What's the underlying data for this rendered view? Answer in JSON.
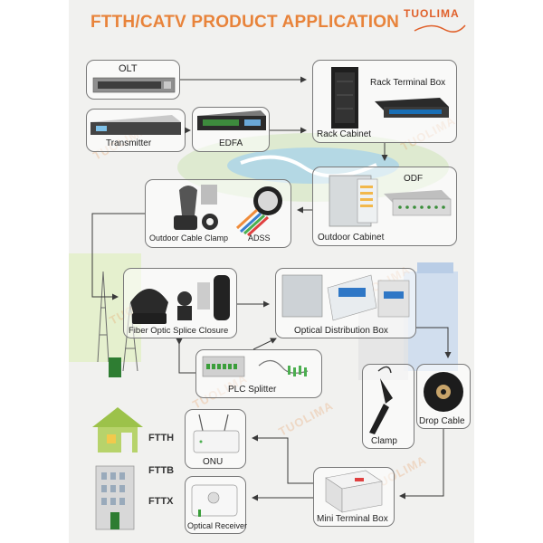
{
  "header": {
    "title": "FTTH/CATV PRODUCT APPLICATION",
    "brand": "TUOLIMA"
  },
  "watermark": "TUOLIMA",
  "labels": {
    "olt": "OLT",
    "transmitter": "Transmitter",
    "edfa": "EDFA",
    "rack_terminal_box": "Rack Terminal Box",
    "rack_cabinet": "Rack Cabinet",
    "odf": "ODF",
    "outdoor_cabinet": "Outdoor Cabinet",
    "outdoor_cable_clamp": "Outdoor Cable Clamp",
    "adss": "ADSS",
    "fiber_optic_splice_closure": "Fiber Optic Splice Closure",
    "optical_distribution_box": "Optical Distribution Box",
    "plc_splitter": "PLC Splitter",
    "clamp": "Clamp",
    "drop_cable": "Drop Cable",
    "onu": "ONU",
    "optical_receiver": "Optical Receiver",
    "mini_terminal_box": "Mini Terminal Box"
  },
  "categories": {
    "ftth": "FTTH",
    "fttb": "FTTB",
    "fttx": "FTTX"
  },
  "colors": {
    "title": "#e8833a",
    "brand": "#e0602a",
    "arrow": "#3a3a3a",
    "border": "#7a7a7a"
  }
}
